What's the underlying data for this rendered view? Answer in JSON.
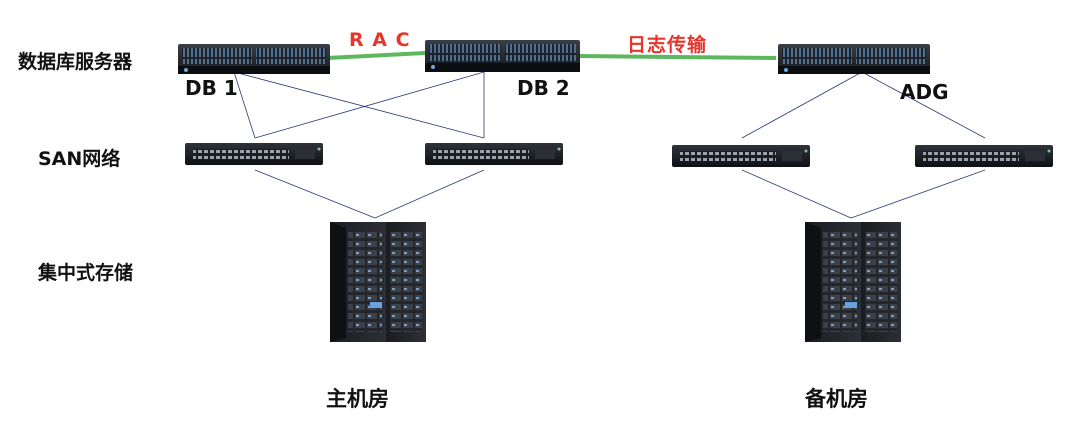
{
  "rows": {
    "servers": "数据库服务器",
    "san": "SAN网络",
    "storage": "集中式存储"
  },
  "servers": {
    "db1": "DB 1",
    "db2": "DB 2",
    "adg": "ADG"
  },
  "links": {
    "rac": "R A C",
    "log_shipping": "日志传输"
  },
  "sites": {
    "primary": "主机房",
    "standby": "备机房"
  },
  "colors": {
    "link_line": "#5cb85c",
    "link_text": "#e8352b",
    "connection": "#2a3a7a"
  }
}
